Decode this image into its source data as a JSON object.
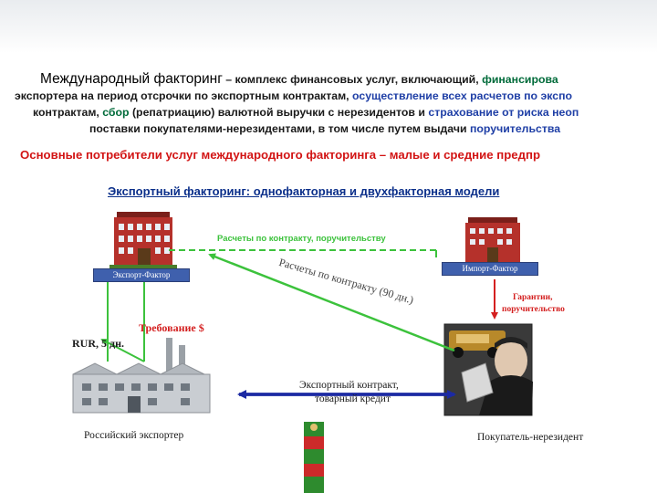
{
  "intro": {
    "line1_term": "Международный факторинг",
    "line1_rest": " – комплекс финансовых услуг, включающий, ",
    "line1_green": "финансирова",
    "line2_a": "экспортера на период отсрочки по экспортным контрактам, ",
    "line2_blue": "осуществление всех расчетов по экспо",
    "line3_a": "контрактам, ",
    "line3_green": "сбор",
    "line3_b": " (репатриацию) валютной выручки с нерезидентов и ",
    "line3_blue": "страхование от риска неоп",
    "line4_a": "поставки покупателями-нерезидентами, в том числе путем выдачи ",
    "line4_blue": "поручительства"
  },
  "consumers_text": "Основные потребители услуг международного факторинга – малые и средние предпр",
  "model_title": "Экспортный факторинг: однофакторная и двухфакторная модели",
  "labels": {
    "export_factor": "Экспорт-Фактор",
    "import_factor": "Импорт-Фактор",
    "settlements_top": "Расчеты по контракту, поручительству",
    "settlements_diag": "Расчеты по контракту (90 дн.)",
    "guarantees_1": "Гарантии,",
    "guarantees_2": "поручительство",
    "demand": "Требование $",
    "rur": "RUR, 5 дн.",
    "contract_1": "Экспортный контракт,",
    "contract_2": "товарный кредит",
    "russian_exporter": "Российский экспортер",
    "buyer": "Покупатель-нерезидент"
  },
  "colors": {
    "green_arrow": "#3cc23c",
    "red_arrow": "#d42020",
    "blue_arrow": "#1c2aa3",
    "building_red": "#b5312b",
    "factor_box": "#3f60ad",
    "consumers_red": "#d21414",
    "title_blue": "#0b2f8a"
  },
  "icons": {
    "bank_export": "bank-building-icon",
    "bank_import": "bank-building-icon",
    "factory": "factory-icon",
    "buyer": "buyer-photo-icon",
    "border_post": "border-post-icon"
  }
}
